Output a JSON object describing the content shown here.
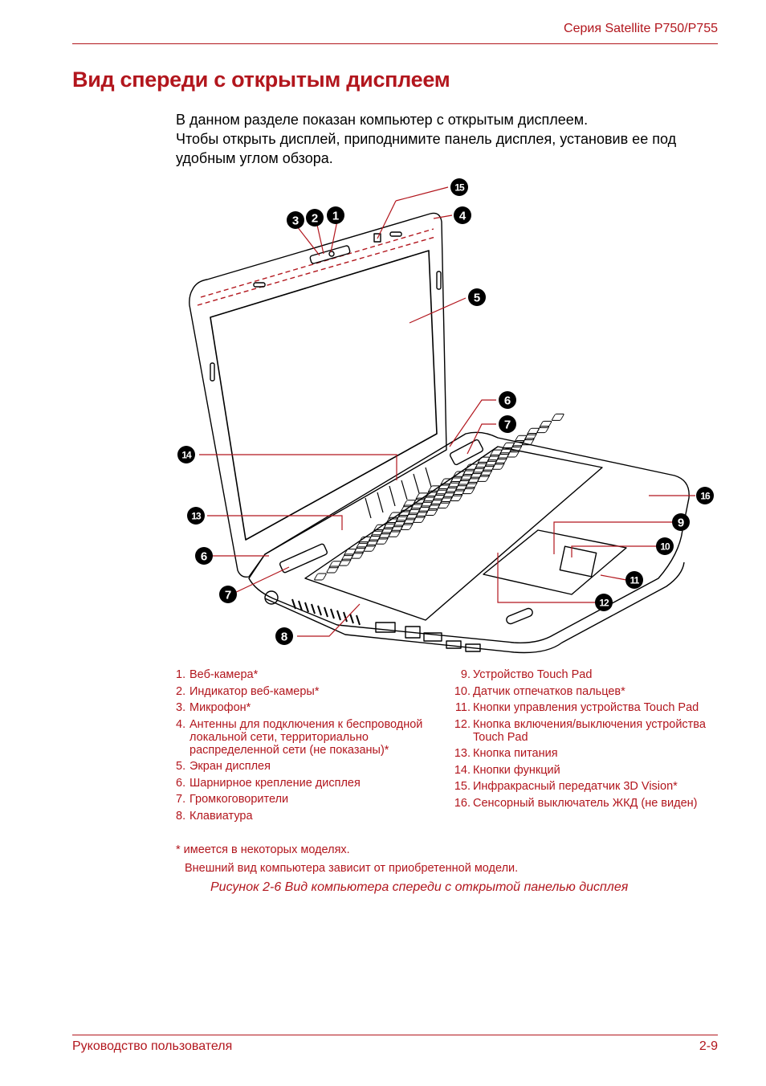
{
  "header": {
    "series": "Серия Satellite P750/P755"
  },
  "title": "Вид спереди с открытым дисплеем",
  "intro": [
    "В данном разделе показан компьютер с открытым дисплеем.",
    "Чтобы открыть дисплей, приподнимите панель дисплея, установив ее под удобным углом обзора."
  ],
  "legend_left": [
    {
      "num": "1.",
      "text": "Веб-камера*"
    },
    {
      "num": "2.",
      "text": "Индикатор веб-камеры*"
    },
    {
      "num": "3.",
      "text": "Микрофон*"
    },
    {
      "num": "4.",
      "text": "Антенны для подключения к беспроводной локальной сети, территориально распределенной сети (не показаны)*"
    },
    {
      "num": "5.",
      "text": "Экран дисплея"
    },
    {
      "num": "6.",
      "text": "Шарнирное крепление дисплея"
    },
    {
      "num": "7.",
      "text": "Громкоговорители"
    },
    {
      "num": "8.",
      "text": "Клавиатура"
    }
  ],
  "legend_right": [
    {
      "num": "9.",
      "text": "Устройство Touch Pad"
    },
    {
      "num": "10.",
      "text": "Датчик отпечатков пальцев*"
    },
    {
      "num": "11.",
      "text": "Кнопки управления устройства Touch Pad"
    },
    {
      "num": "12.",
      "text": "Кнопка включения/выключения устройства Touch Pad"
    },
    {
      "num": "13.",
      "text": "Кнопка питания"
    },
    {
      "num": "14.",
      "text": "Кнопки функций"
    },
    {
      "num": "15.",
      "text": "Инфракрасный передатчик 3D Vision*"
    },
    {
      "num": "16.",
      "text": "Сенсорный выключатель ЖКД (не виден)"
    }
  ],
  "footnote": "* имеется в некоторых моделях.",
  "appearance_note": "Внешний вид компьютера зависит от приобретенной модели.",
  "caption": "Рисунок 2-6 Вид компьютера спереди с открытой панелью дисплея",
  "footer": {
    "left": "Руководство пользователя",
    "right": "2-9"
  },
  "callouts": [
    "1",
    "2",
    "3",
    "4",
    "5",
    "6",
    "7",
    "8",
    "9",
    "10",
    "11",
    "12",
    "13",
    "14",
    "15",
    "16",
    "6",
    "7"
  ],
  "colors": {
    "accent": "#b2161d",
    "callout_fill": "#000000"
  }
}
